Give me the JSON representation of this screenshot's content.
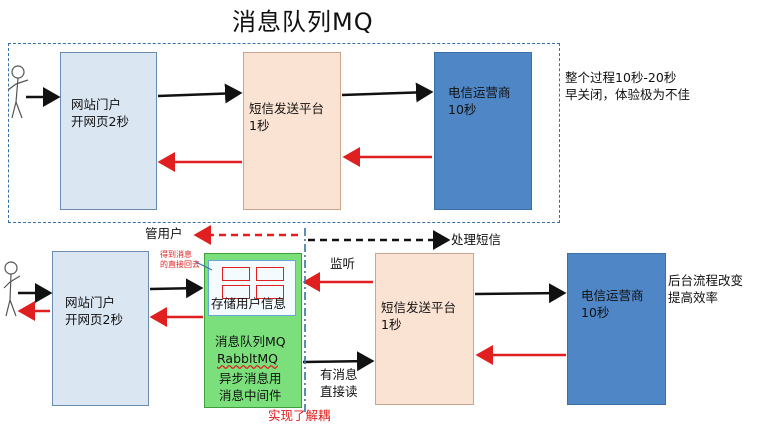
{
  "title": "消息队列MQ",
  "top": {
    "portal": "网站门户\n开网页2秒",
    "sms": "短信发送平台\n1秒",
    "telecom": "电信运营商\n10秒",
    "note": "整个过程10秒-20秒\n早关闭，体验极为不佳"
  },
  "bottom": {
    "portal": "网站门户\n开网页2秒",
    "store_user": "存储用户信息",
    "mq_name": "消息队列MQ",
    "mq_product": "RabbltMQ",
    "mq_desc": "异步消息用\n消息中间件",
    "small_note": "得到消息\n的直接回去",
    "sms": "短信发送平台\n1秒",
    "telecom": "电信运营商\n10秒",
    "note": "后台流程改变\n提高效率",
    "listen": "监听",
    "has_msg": "有消息\n直接读",
    "manage_user": "管用户",
    "process_sms": "处理短信",
    "decoupled": "实现了解耦"
  },
  "colors": {
    "light_blue": "#dbe6f3",
    "peach": "#fbe3d4",
    "dark_blue": "#4f86c6",
    "green": "#7be07b",
    "arrow_red": "#e02020",
    "arrow_black": "#111111",
    "frame_blue": "#3a6fa8"
  }
}
